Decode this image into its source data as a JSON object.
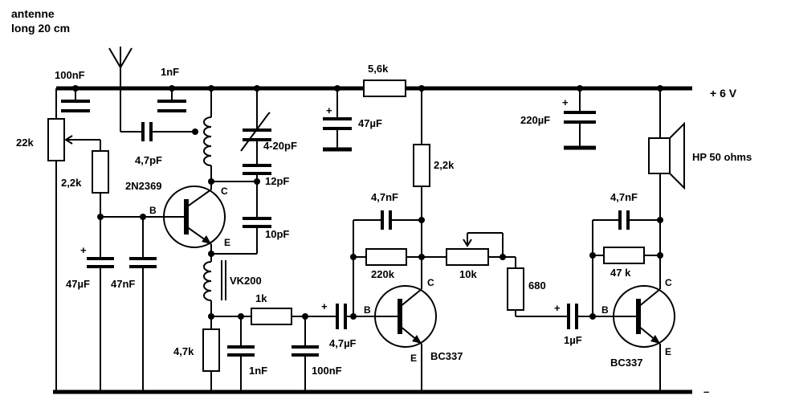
{
  "antenna_note": [
    "antenne",
    "long 20 cm"
  ],
  "supply": {
    "positive": "+ 6 V",
    "negative": "–"
  },
  "labels": {
    "c_100nF_left": "100nF",
    "c_1nF_top": "1nF",
    "r_5k6": "5,6k",
    "c_47uF_top": "47µF",
    "c_220uF": "220µF",
    "speaker": "HP 50 ohms",
    "pot_22k": "22k",
    "c_4p7": "4,7pF",
    "r_2k2_left": "2,2k",
    "q1": "2N2369",
    "c_4_20pF": "4-20pF",
    "c_12pF": "12pF",
    "c_10pF": "10pF",
    "c_47uF_left": "47µF",
    "c_47nF": "47nF",
    "choke": "VK200",
    "r_1k": "1k",
    "r_4k7": "4,7k",
    "c_1nF_bottom": "1nF",
    "c_100nF_bottom": "100nF",
    "c_4u7": "4,7µF",
    "r_2k2_mid": "2,2k",
    "c_4n7_mid": "4,7nF",
    "r_220k": "220k",
    "pot_10k": "10k",
    "r_680": "680",
    "q2": "BC337",
    "c_4n7_right": "4,7nF",
    "r_47k": "47 k",
    "c_1uF": "1µF",
    "q3": "BC337",
    "pin_b": "B",
    "pin_c": "C",
    "pin_e": "E",
    "plus": "+"
  }
}
